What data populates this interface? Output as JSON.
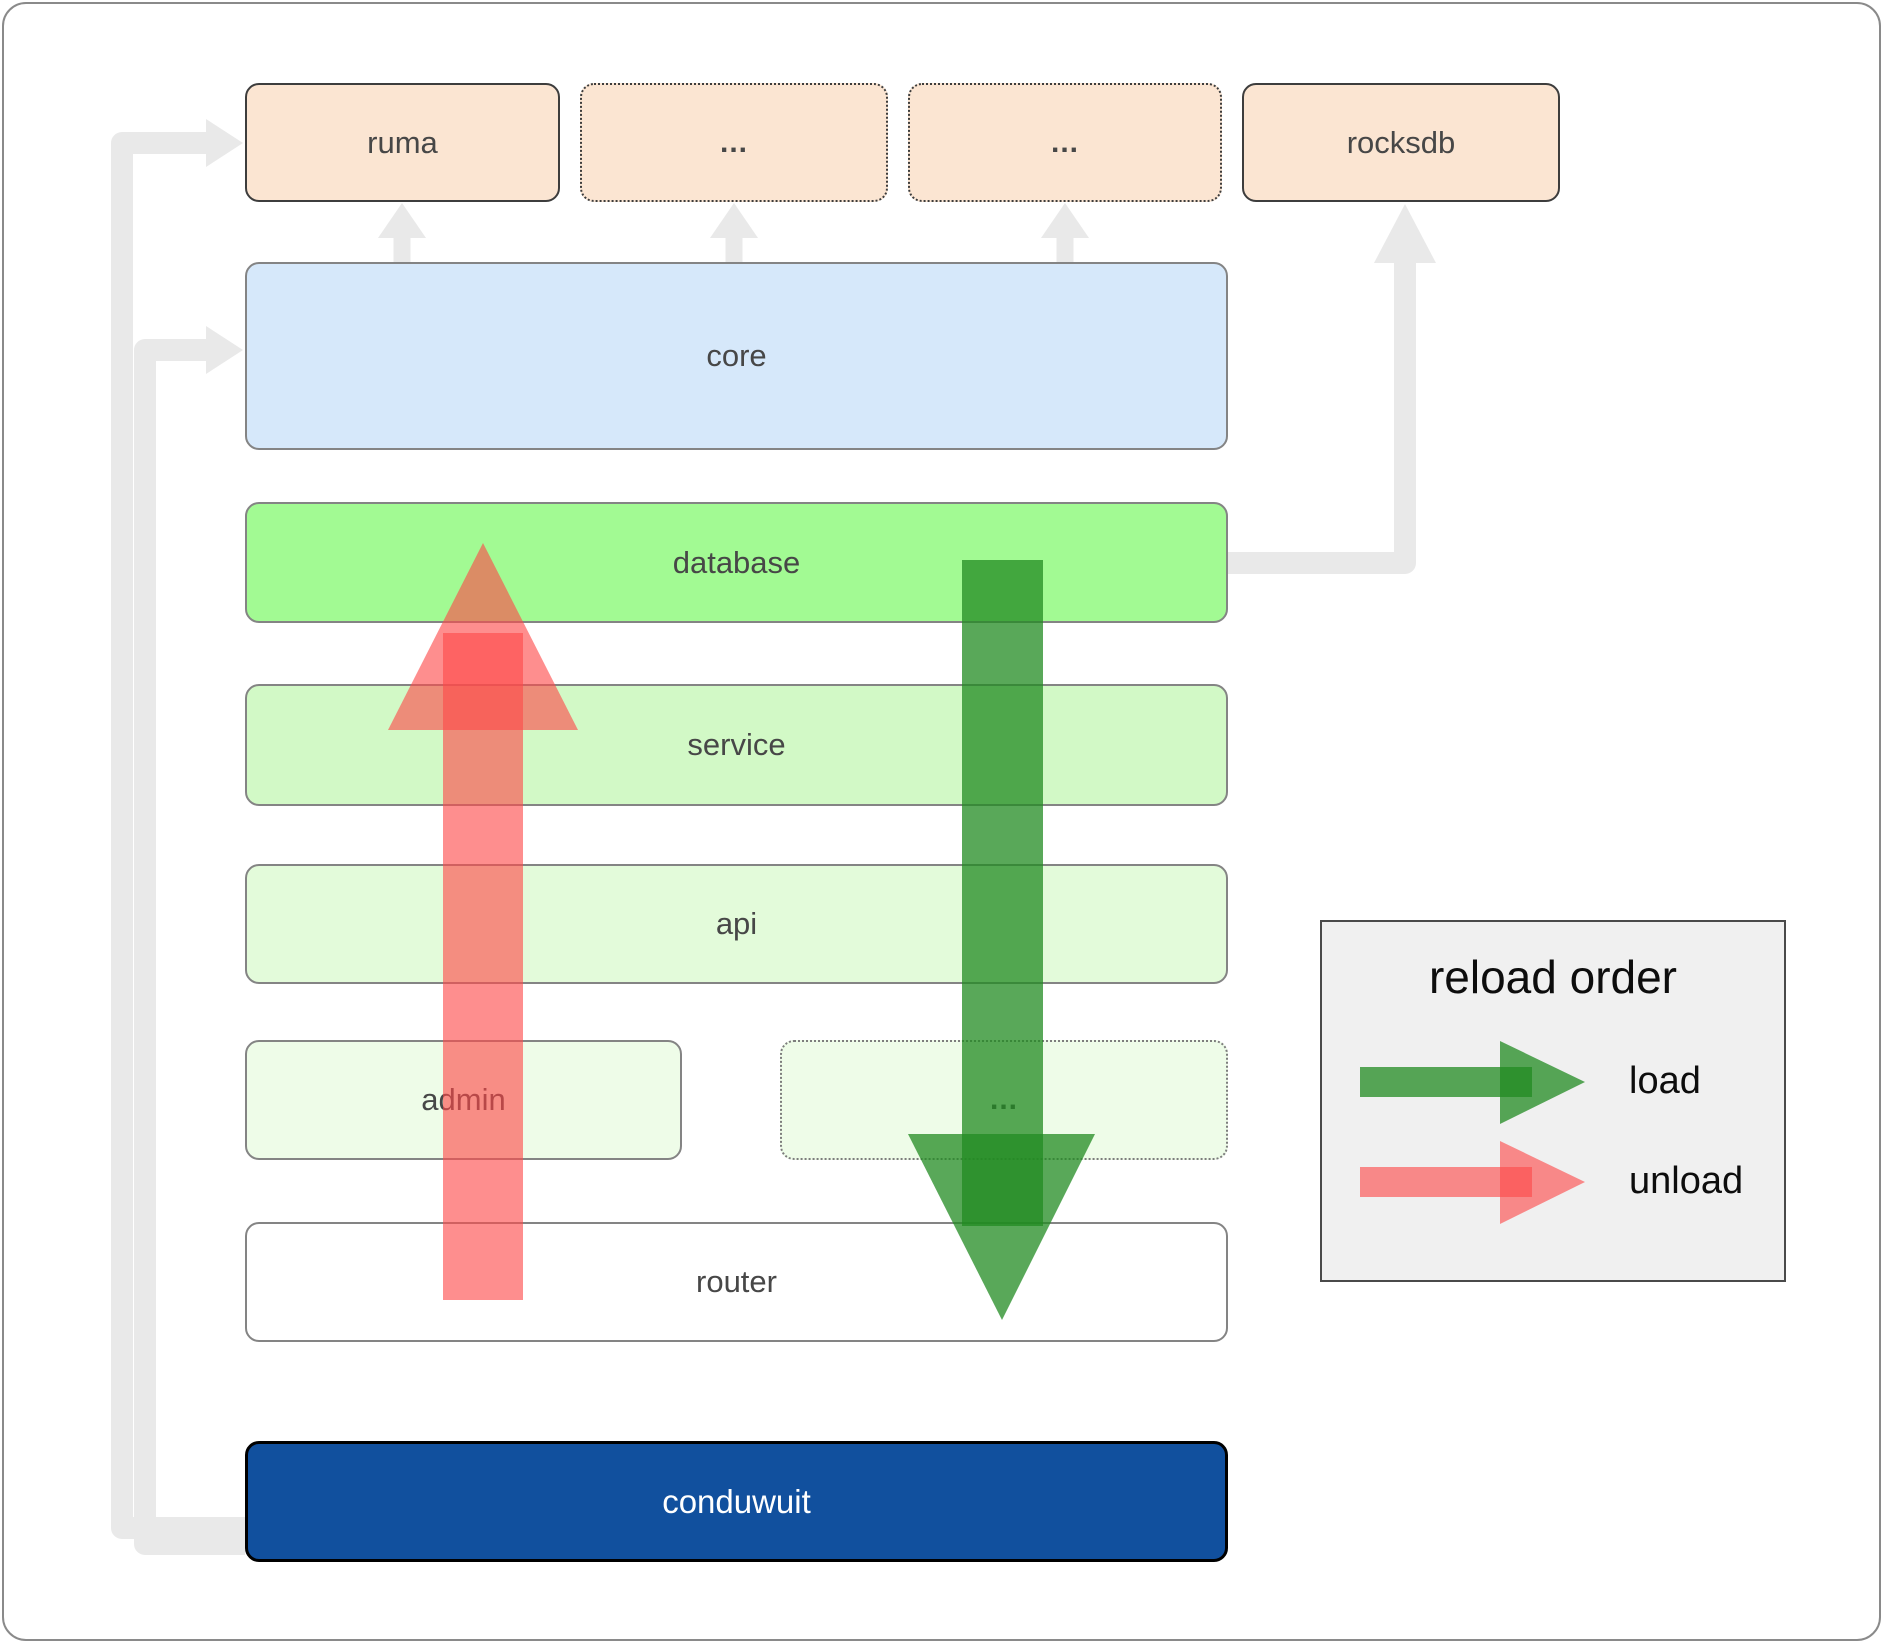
{
  "nodes": {
    "ruma": {
      "label": "ruma"
    },
    "ellipsis1": {
      "label": "..."
    },
    "ellipsis2": {
      "label": "..."
    },
    "rocksdb": {
      "label": "rocksdb"
    },
    "core": {
      "label": "core"
    },
    "database": {
      "label": "database"
    },
    "service": {
      "label": "service"
    },
    "api": {
      "label": "api"
    },
    "admin": {
      "label": "admin"
    },
    "admin_ellipsis": {
      "label": "..."
    },
    "router": {
      "label": "router"
    },
    "conduwuit": {
      "label": "conduwuit"
    }
  },
  "edges": [
    {
      "from": "conduwuit",
      "to": "ruma",
      "style": "gray-elbow-arrow"
    },
    {
      "from": "conduwuit",
      "to": "core",
      "style": "gray-elbow-arrow"
    },
    {
      "from": "core",
      "to": "ruma",
      "style": "gray-up-arrow"
    },
    {
      "from": "core",
      "to": "ellipsis1",
      "style": "gray-up-arrow"
    },
    {
      "from": "core",
      "to": "ellipsis2",
      "style": "gray-up-arrow"
    },
    {
      "from": "database",
      "to": "rocksdb",
      "style": "gray-elbow-arrow"
    }
  ],
  "flow_arrows": [
    {
      "name": "load",
      "direction": "down",
      "from": "database",
      "to": "router"
    },
    {
      "name": "unload",
      "direction": "up",
      "from": "router",
      "to": "database"
    }
  ],
  "legend": {
    "title": "reload order",
    "items": [
      {
        "label": "load"
      },
      {
        "label": "unload"
      }
    ]
  },
  "colors": {
    "load_green": "rgba(34,139,34,0.75)",
    "unload_red": "rgba(253,74,74,0.625)",
    "connector_gray": "#e9e9e9",
    "peach_fill": "#fbe5d2",
    "core_blue_fill": "#d6e8fa",
    "database_green_fill": "#a2fa93",
    "service_green_fill": "#d2f9c6",
    "api_green_fill": "#e3fbda",
    "admin_green_fill": "#eefce8",
    "router_fill": "#ffffff",
    "conduwuit_blue_fill": "#11509e",
    "legend_bg": "#f0f0f0",
    "label_gray": "#474747"
  }
}
